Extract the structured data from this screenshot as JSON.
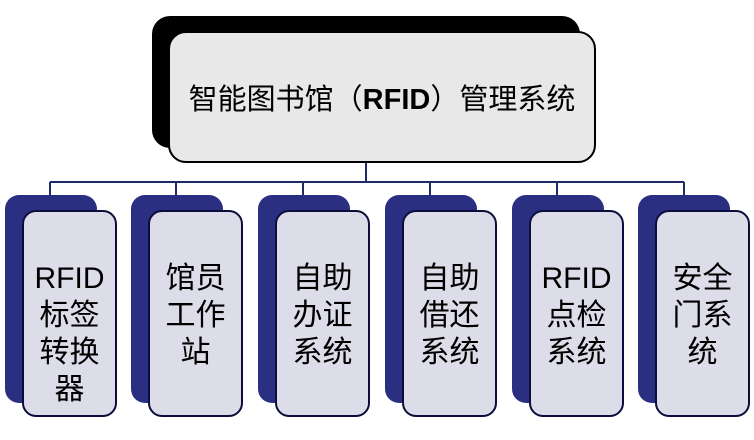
{
  "diagram": {
    "root": {
      "title_cjk_before": "智能图书馆（",
      "title_latin": "RFID",
      "title_cjk_after": "）管理系统"
    },
    "children": [
      {
        "lines": [
          "RFID",
          "标签",
          "转换",
          "器"
        ]
      },
      {
        "lines": [
          "馆员",
          "工作",
          "站"
        ]
      },
      {
        "lines": [
          "自助",
          "办证",
          "系统"
        ]
      },
      {
        "lines": [
          "自助",
          "借还",
          "系统"
        ]
      },
      {
        "lines": [
          "RFID",
          "点检",
          "系统"
        ]
      },
      {
        "lines": [
          "安全",
          "门系",
          "统"
        ]
      }
    ],
    "colors": {
      "connector": "#1f2a6b",
      "root_fill": "#e8e8e8",
      "root_shadow": "#000000",
      "child_fill": "#dcdde8",
      "child_shadow": "#2b2f82"
    }
  }
}
